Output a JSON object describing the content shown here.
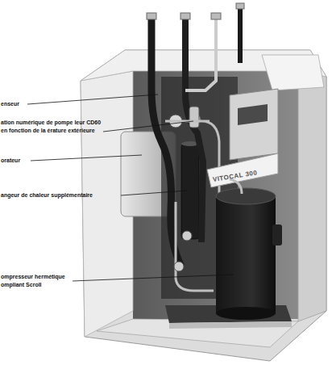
{
  "diagram": {
    "labels": [
      "enseur",
      "ation numérique de pompe leur CD60 en fonction de la érature extérieure",
      "orateur",
      "angeur de chaleur supplémentaire",
      "ompresseur hermétique ompliant Scroll",
      "VITOCAL 300"
    ]
  }
}
